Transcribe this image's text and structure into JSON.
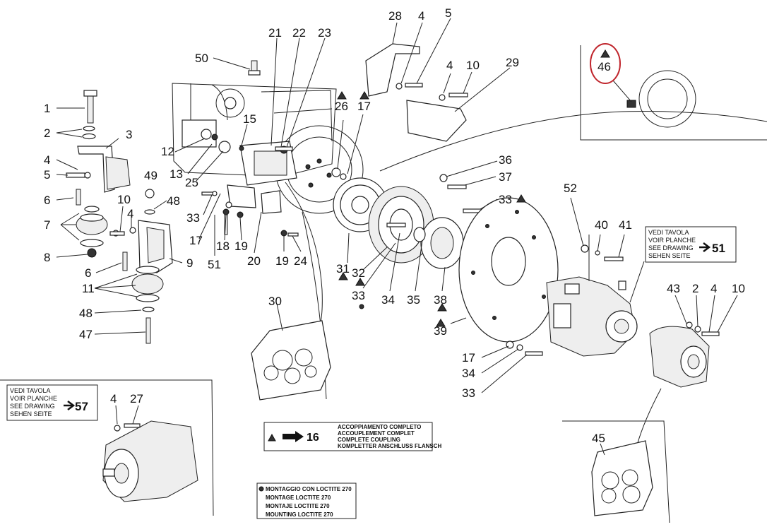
{
  "callouts": {
    "c1": "1",
    "c2": "2",
    "c3": "3",
    "c4a": "4",
    "c5": "5",
    "c6a": "6",
    "c7": "7",
    "c8": "8",
    "c6b": "6",
    "c11": "11",
    "c48a": "48",
    "c47": "47",
    "c49": "49",
    "c48b": "48",
    "c10a": "10",
    "c4b": "4",
    "c9": "9",
    "c12": "12",
    "c13": "13",
    "c25": "25",
    "c15": "15",
    "c50": "50",
    "c21": "21",
    "c22": "22",
    "c23": "23",
    "c33a": "33",
    "c17a": "17",
    "c51": "51",
    "c18": "18",
    "c19a": "19",
    "c20": "20",
    "c19b": "19",
    "c24": "24",
    "c26": "26",
    "c17b": "17",
    "c28": "28",
    "c4c": "4",
    "c5b": "5",
    "c4d": "4",
    "c10b": "10",
    "c29": "29",
    "c46": "46",
    "c36": "36",
    "c37": "37",
    "c33b": "33",
    "c31": "31",
    "c32": "32",
    "c33c": "33",
    "c34a": "34",
    "c35": "35",
    "c38": "38",
    "c39": "39",
    "c52": "52",
    "c40": "40",
    "c41": "41",
    "c30": "30",
    "c43": "43",
    "c2b": "2",
    "c4e": "4",
    "c10c": "10",
    "c17c": "17",
    "c34b": "34",
    "c33d": "33",
    "c4f": "4",
    "c27": "27",
    "c45": "45"
  },
  "ref_box_51": {
    "l1": "VEDI TAVOLA",
    "l2": "VOIR PLANCHE",
    "l3": "SEE DRAWING",
    "l4": "SEHEN SEITE",
    "ref": "51"
  },
  "ref_box_57": {
    "l1": "VEDI TAVOLA",
    "l2": "VOIR PLANCHE",
    "l3": "SEE DRAWING",
    "l4": "SEHEN SEITE",
    "ref": "57"
  },
  "legend_coupling": {
    "ref": "16",
    "l1": "ACCOPPIAMENTO COMPLETO",
    "l2": "ACCOUPLEMENT COMPLET",
    "l3": "COMPLETE COUPLING",
    "l4": "KOMPLETTER ANSCHLUSS FLANSCH"
  },
  "legend_loctite": {
    "l1": "MONTAGGIO CON LOCTITE 270",
    "l2": "MONTAGE LOCTITE 270",
    "l3": "MONTAJE LOCTITE 270",
    "l4": "MOUNTING LOCTITE 270"
  },
  "colors": {
    "highlight": "#c0262d",
    "ink": "#222222"
  }
}
